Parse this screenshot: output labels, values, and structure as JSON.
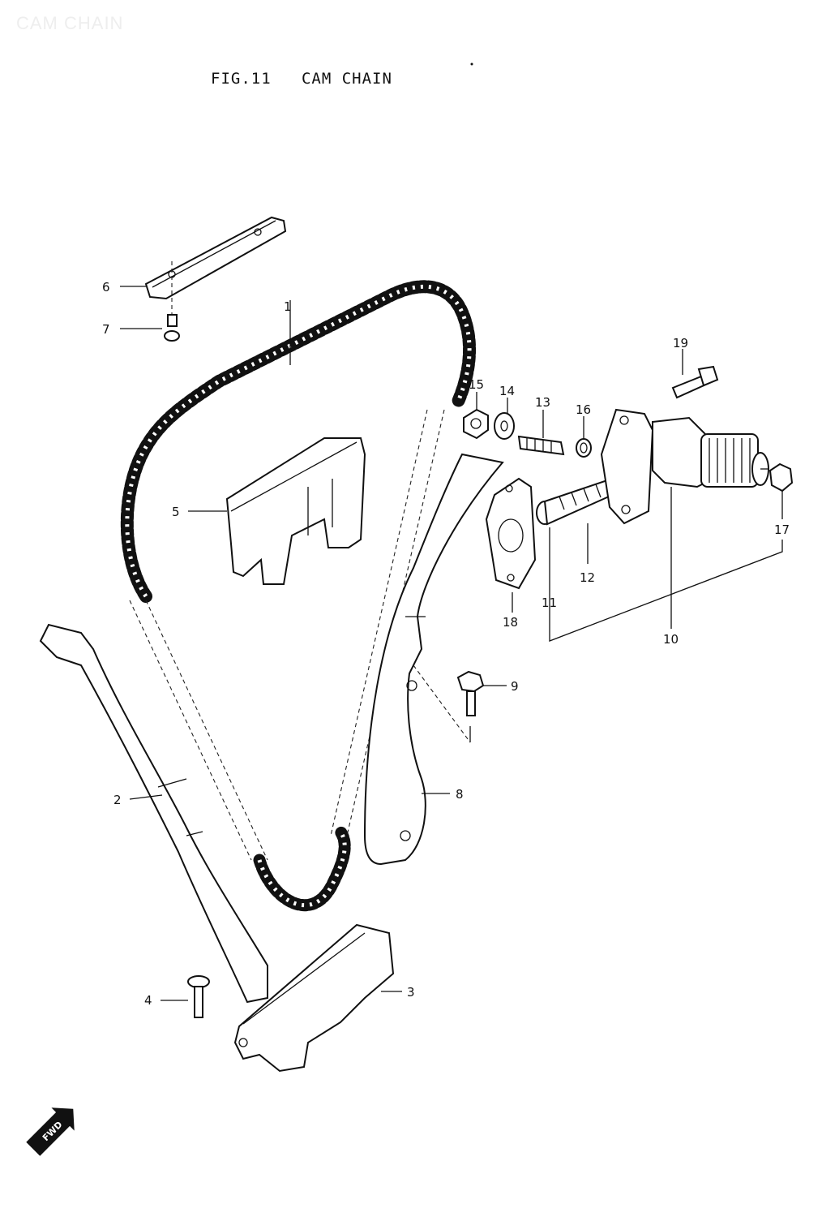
{
  "header": {
    "watermark": "CAM CHAIN",
    "figure_title": "FIG.11   CAM CHAIN"
  },
  "callouts": {
    "c1": "1",
    "c2": "2",
    "c3": "3",
    "c4": "4",
    "c5": "5",
    "c6": "6",
    "c7": "7",
    "c8": "8",
    "c9": "9",
    "c10": "10",
    "c11": "11",
    "c12": "12",
    "c13": "13",
    "c14": "14",
    "c15": "15",
    "c16": "16",
    "c17": "17",
    "c18": "18",
    "c19": "19"
  },
  "orientation": {
    "fwd_label": "FWD"
  },
  "colors": {
    "ink": "#111111",
    "paper": "#ffffff",
    "watermark": "#eeeeee"
  }
}
